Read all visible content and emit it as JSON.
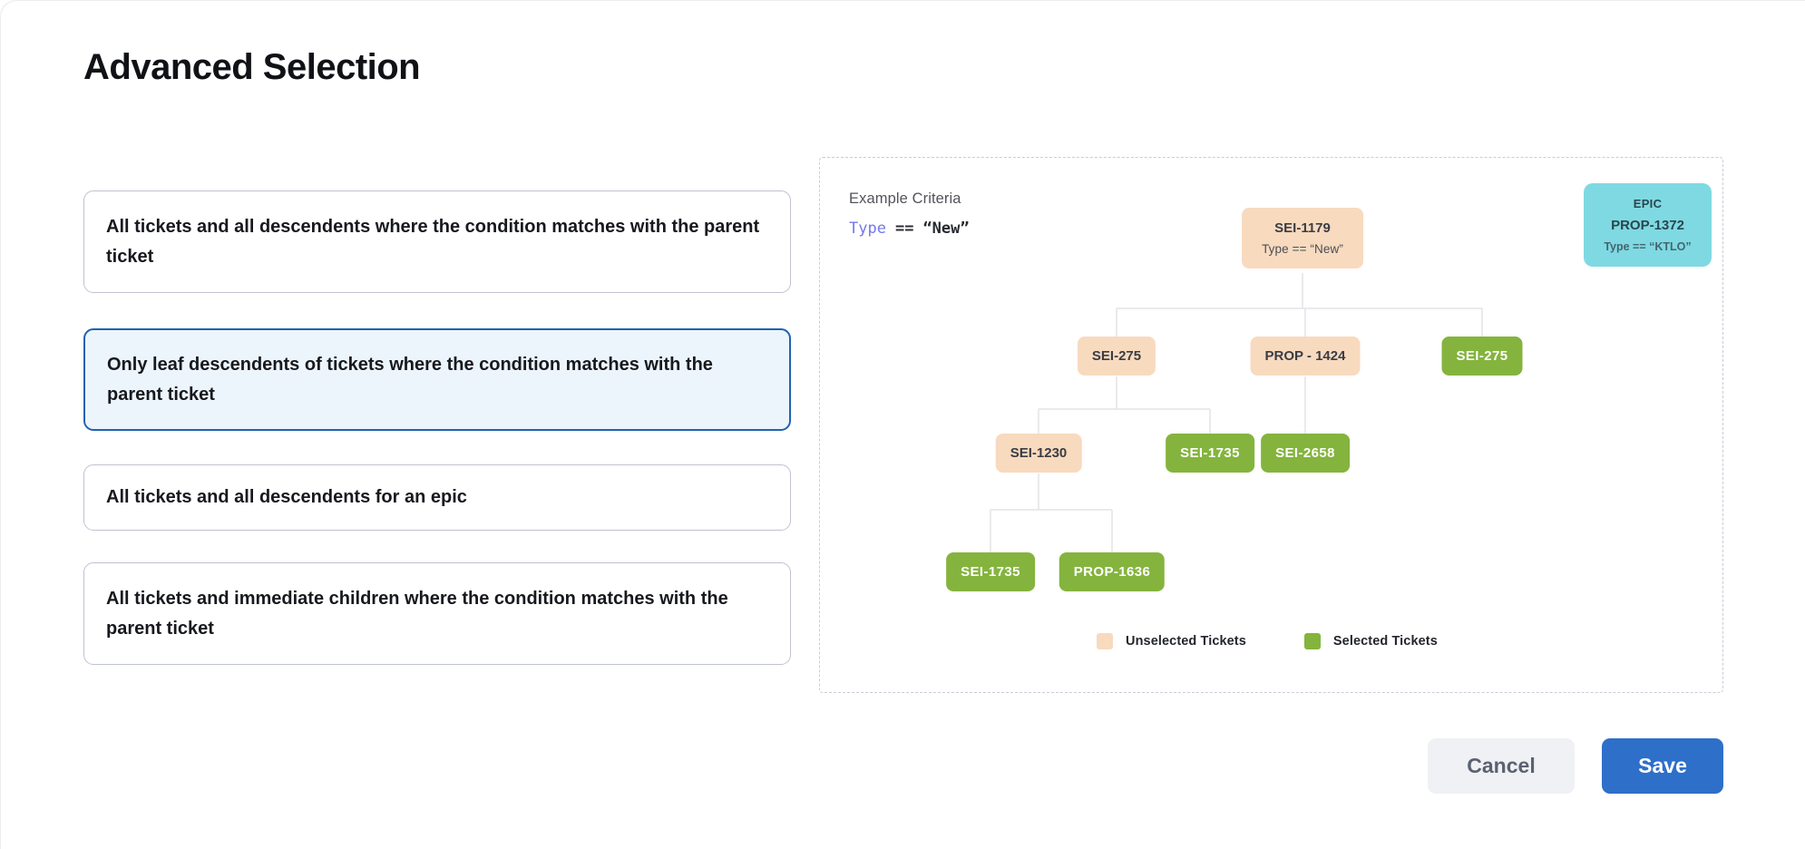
{
  "page": {
    "title": "Advanced Selection"
  },
  "options": [
    {
      "label": "All tickets and all descendents where the condition matches with the parent ticket",
      "selected": false
    },
    {
      "label": "Only leaf descendents of tickets where the condition matches with the parent ticket",
      "selected": true
    },
    {
      "label": "All tickets and all descendents for an epic",
      "selected": false
    },
    {
      "label": "All tickets and immediate children where the condition matches with the parent ticket",
      "selected": false
    }
  ],
  "example": {
    "heading": "Example Criteria",
    "criteria": {
      "field": "Type",
      "operator": "==",
      "value": "“New”"
    }
  },
  "epic_card": {
    "kind": "EPIC",
    "id": "PROP-1372",
    "condition": "Type == “KTLO”"
  },
  "tree": {
    "root": {
      "id": "SEI-1179",
      "condition": "Type == “New”"
    },
    "nodes": {
      "l2a": "SEI-275",
      "l2b": "PROP - 1424",
      "l2c": "SEI-275",
      "l3a": "SEI-1230",
      "l3b": "SEI-1735",
      "l3c": "SEI-2658",
      "l4a": "SEI-1735",
      "l4b": "PROP-1636"
    }
  },
  "legend": {
    "unselected": {
      "label": "Unselected Tickets",
      "color": "#f8dabf"
    },
    "selected": {
      "label": "Selected Tickets",
      "color": "#84b43d"
    }
  },
  "actions": {
    "cancel": "Cancel",
    "save": "Save"
  },
  "colors": {
    "accent_blue": "#2e6fc9",
    "selected_card_border": "#2062b2",
    "selected_card_bg": "#ecf5fb",
    "unselected_node": "#f8dabf",
    "selected_node": "#84b43d",
    "epic_node": "#7fd9e3",
    "criteria_field": "#7478ea",
    "connector": "#e3e4e9"
  }
}
